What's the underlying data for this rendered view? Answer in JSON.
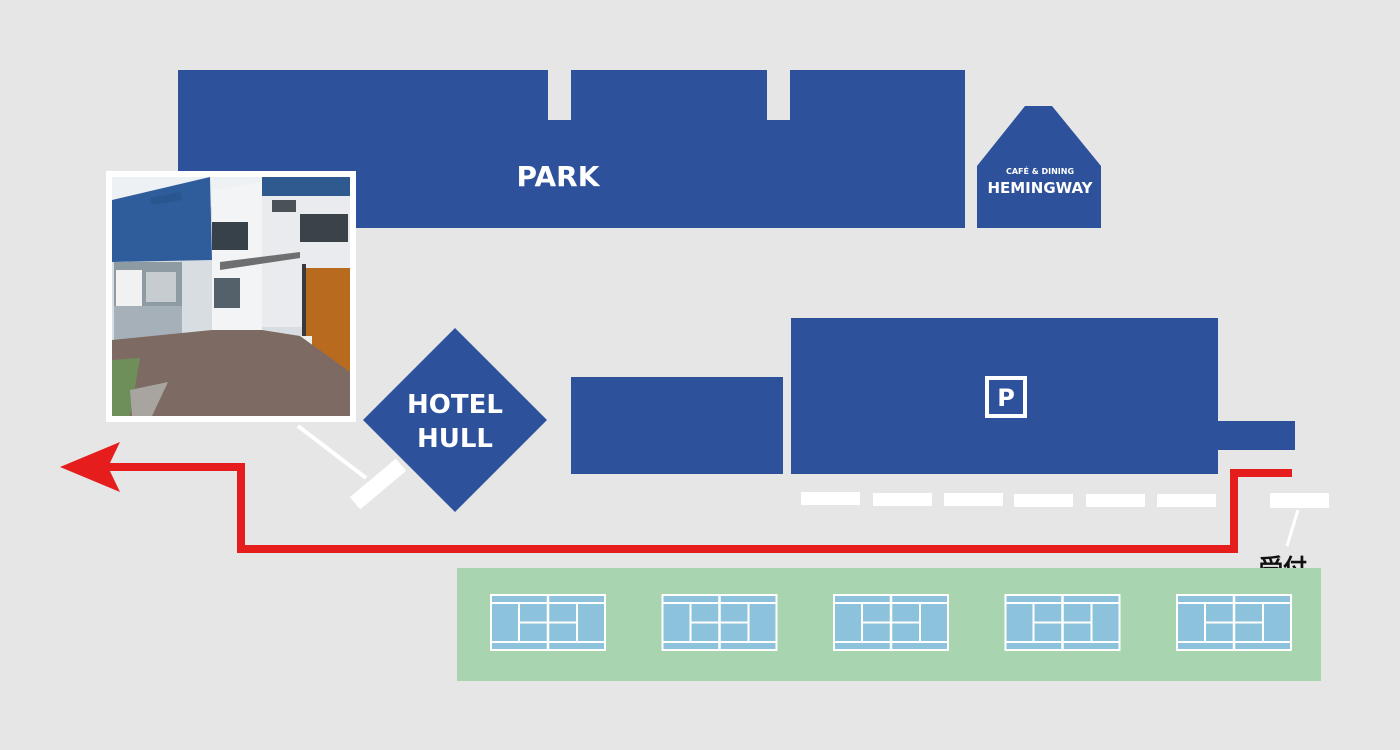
{
  "labels": {
    "park": "PARK",
    "cafe_sub": "CAFÉ & DINING",
    "cafe_name": "HEMINGWAY",
    "hotel_line1": "HOTEL",
    "hotel_line2": "HULL",
    "parking": "P",
    "reception": "受付"
  },
  "colors": {
    "background": "#e6e6e6",
    "building": "#2d519b",
    "route": "#e51d1d",
    "court_area": "#a8d5b0",
    "court": "#8cc2dc",
    "marker": "#ffffff",
    "text_dark": "#111111"
  },
  "icons": {
    "route_arrow": "left-arrow",
    "entrance_photo": "photo-of-hotel-entrance-walkway"
  },
  "courts": {
    "count": 5
  }
}
